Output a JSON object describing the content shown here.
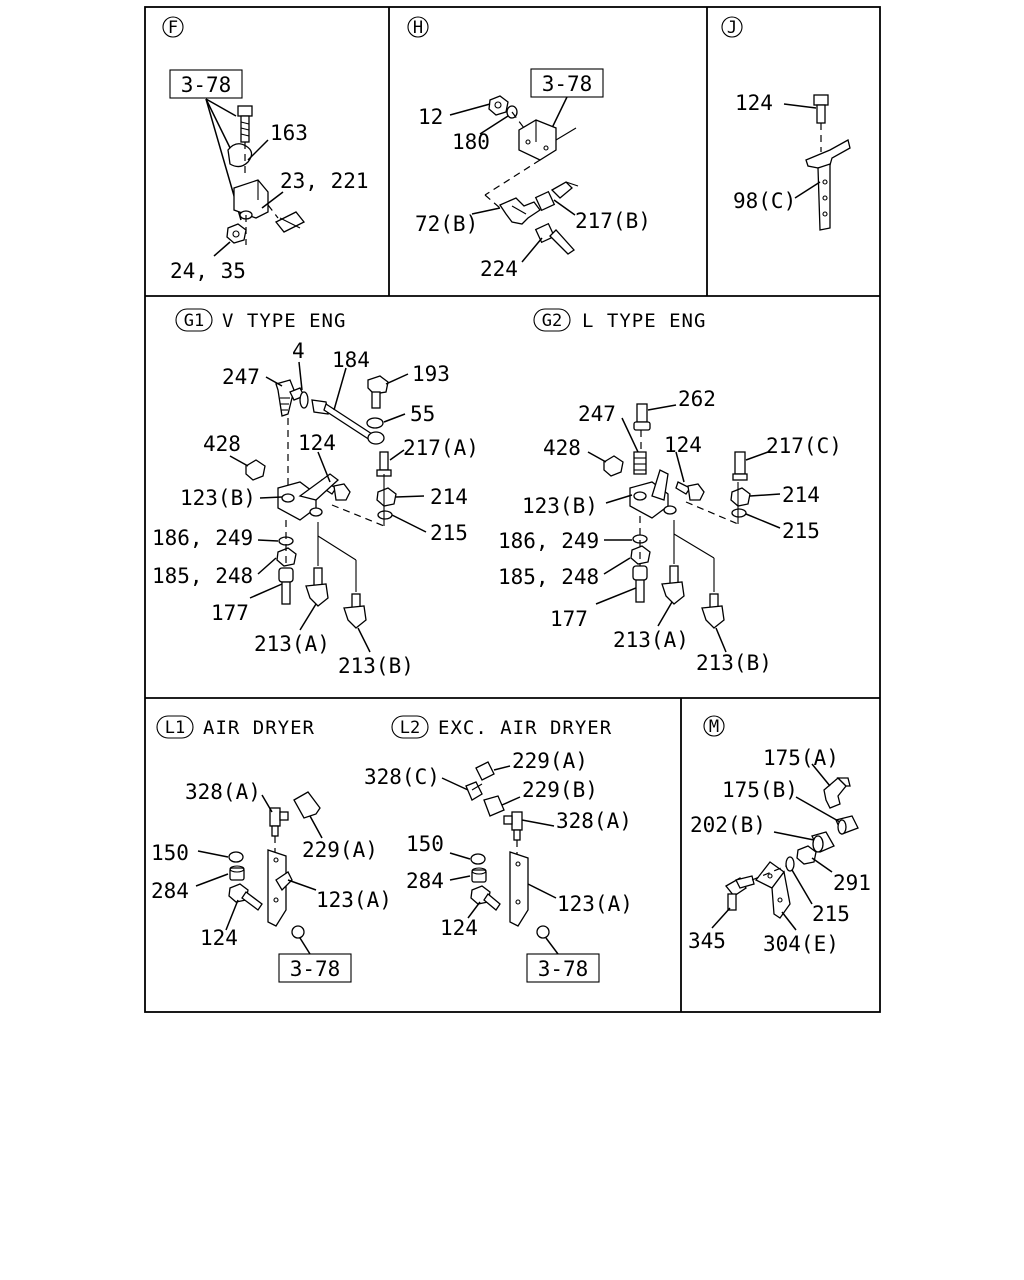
{
  "panels": {
    "F": {
      "badge": "F",
      "ref_box": "3-78",
      "labels": {
        "p163": "163",
        "p23_221": "23, 221",
        "p24_35": "24, 35"
      }
    },
    "H": {
      "badge": "H",
      "ref_box": "3-78",
      "labels": {
        "p12": "12",
        "p180": "180",
        "p72b": "72(B)",
        "p217b": "217(B)",
        "p224": "224"
      }
    },
    "J": {
      "badge": "J",
      "labels": {
        "p124": "124",
        "p98c": "98(C)"
      }
    },
    "G1": {
      "badge": "G1",
      "title": "V TYPE ENG",
      "labels": {
        "p247": "247",
        "p4": "4",
        "p184": "184",
        "p193": "193",
        "p55": "55",
        "p217a": "217(A)",
        "p428": "428",
        "p124": "124",
        "p123b": "123(B)",
        "p214": "214",
        "p215": "215",
        "p186_249": "186, 249",
        "p185_248": "185, 248",
        "p177": "177",
        "p213a": "213(A)",
        "p213b": "213(B)"
      }
    },
    "G2": {
      "badge": "G2",
      "title": "L TYPE ENG",
      "labels": {
        "p262": "262",
        "p247": "247",
        "p428": "428",
        "p124": "124",
        "p217c": "217(C)",
        "p123b": "123(B)",
        "p214": "214",
        "p215": "215",
        "p186_249": "186, 249",
        "p185_248": "185, 248",
        "p177": "177",
        "p213a": "213(A)",
        "p213b": "213(B)"
      }
    },
    "L1": {
      "badge": "L1",
      "title": "AIR DRYER",
      "ref_box": "3-78",
      "labels": {
        "p328a": "328(A)",
        "p229a": "229(A)",
        "p150": "150",
        "p284": "284",
        "p123a": "123(A)",
        "p124": "124"
      }
    },
    "L2": {
      "badge": "L2",
      "title": "EXC. AIR DRYER",
      "ref_box": "3-78",
      "labels": {
        "p229a": "229(A)",
        "p328c": "328(C)",
        "p229b": "229(B)",
        "p328a": "328(A)",
        "p150": "150",
        "p284": "284",
        "p123a": "123(A)",
        "p124": "124"
      }
    },
    "M": {
      "badge": "M",
      "labels": {
        "p175a": "175(A)",
        "p175b": "175(B)",
        "p202b": "202(B)",
        "p291": "291",
        "p215": "215",
        "p345": "345",
        "p304e": "304(E)"
      }
    }
  }
}
